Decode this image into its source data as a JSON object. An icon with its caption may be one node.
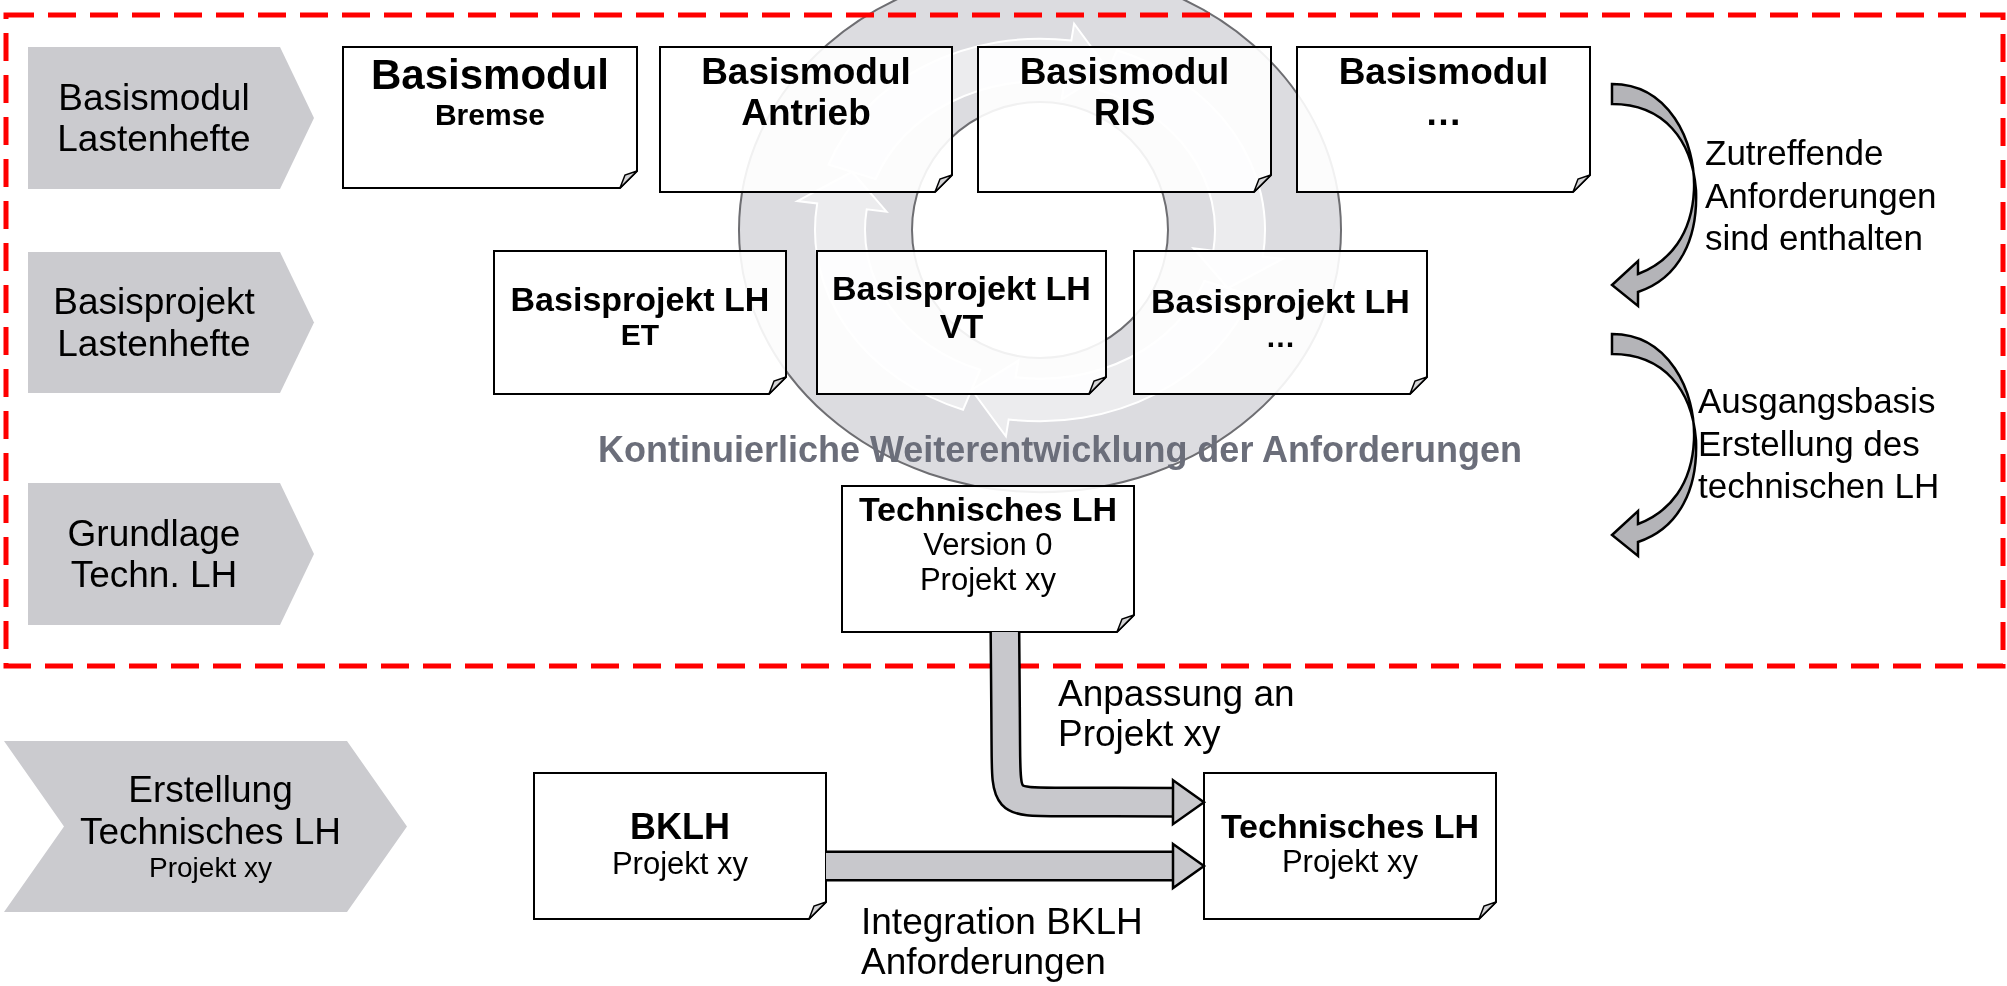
{
  "diagram": {
    "nodes": [
      {
        "text": [],
        "shape": "box"
      },
      {
        "text": [
          "Basismodul Lastenhefte"
        ],
        "in": 0
      },
      {
        "text": [
          "Basismodul",
          "Bremse"
        ],
        "in": 0
      },
      {
        "text": [
          "Basismodul Antrieb"
        ],
        "in": 0
      },
      {
        "text": [
          "Basismodul RIS"
        ],
        "in": 0
      },
      {
        "text": [
          "Basismodul …"
        ],
        "in": 0
      },
      {
        "text": [
          "Basisprojekt Lastenhefte"
        ],
        "in": 0
      },
      {
        "text": [
          "Basisprojekt LH",
          "ET"
        ],
        "in": 0
      },
      {
        "text": [
          "Basisprojekt LH VT"
        ],
        "in": 0
      },
      {
        "text": [
          "Basisprojekt LH",
          "…"
        ],
        "in": 0
      },
      {
        "text": [
          "Grundlage Techn. LH"
        ],
        "in": 0
      },
      {
        "text": [
          "Technisches LH",
          "Version 0 Projekt xy"
        ],
        "in": 0
      },
      {
        "text": [
          "Erstellung Technisches LH",
          "Projekt xy"
        ]
      },
      {
        "text": [
          "BKLH",
          "Projekt xy"
        ]
      },
      {
        "text": [
          "Technisches LH",
          "Projekt xy"
        ]
      }
    ],
    "edges": [
      {
        "from": 11,
        "to": 14,
        "arrow": "to",
        "label": "Anpassung an Projekt xy"
      },
      {
        "from": 13,
        "to": 14,
        "arrow": "to",
        "label": "Integration BKLH Anforderungen"
      }
    ],
    "labels": [
      "Kontinuierliche Weiterentwicklung der Anforderungen",
      "Zutreffende Anforderungen sind enthalten",
      "Ausgangsbasis Erstellung des technischen LH"
    ]
  }
}
